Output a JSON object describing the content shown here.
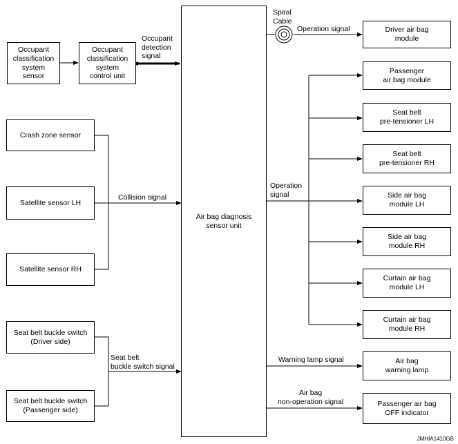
{
  "boxes": {
    "occ_sensor": [
      "Occupant",
      "classification",
      "system",
      "sensor"
    ],
    "occ_ctrl": [
      "Occupant",
      "classification",
      "system",
      "control unit"
    ],
    "crash": [
      "Crash zone sensor"
    ],
    "sat_lh": [
      "Satellite sensor LH"
    ],
    "sat_rh": [
      "Satellite sensor RH"
    ],
    "buckle_drv": [
      "Seat belt buckle switch",
      "(Driver side)"
    ],
    "buckle_pass": [
      "Seat belt buckle switch",
      "(Passenger side)"
    ],
    "center": [
      "Air bag diagnosis",
      "sensor unit"
    ],
    "driver_ab": [
      "Driver air bag",
      "module"
    ],
    "pass_ab": [
      "Passenger",
      "air bag module"
    ],
    "pt_lh": [
      "Seat belt",
      "pre-tensioner LH"
    ],
    "pt_rh": [
      "Seat belt",
      "pre-tensioner RH"
    ],
    "side_lh": [
      "Side air bag",
      "module LH"
    ],
    "side_rh": [
      "Side air bag",
      "module RH"
    ],
    "curt_lh": [
      "Curtain air bag",
      "module LH"
    ],
    "curt_rh": [
      "Curtain air bag",
      "module RH"
    ],
    "warn_lamp": [
      "Air bag",
      "warning lamp"
    ],
    "off_ind": [
      "Passenger air bag",
      "OFF indicator"
    ]
  },
  "labels": {
    "occ_detect": [
      "Occupant",
      "detection",
      "signal"
    ],
    "collision": [
      "Collision signal"
    ],
    "buckle_sig": [
      "Seat belt",
      "buckle switch signal"
    ],
    "spiral": [
      "Spiral",
      "Cable"
    ],
    "op_signal_top": [
      "Operation signal"
    ],
    "op_signal_mid": [
      "Operation",
      "signal"
    ],
    "warn_sig": [
      "Warning lamp signal"
    ],
    "nonop_sig": [
      "Air bag",
      "non-operation signal"
    ]
  },
  "code": "JMHIA1410GB"
}
